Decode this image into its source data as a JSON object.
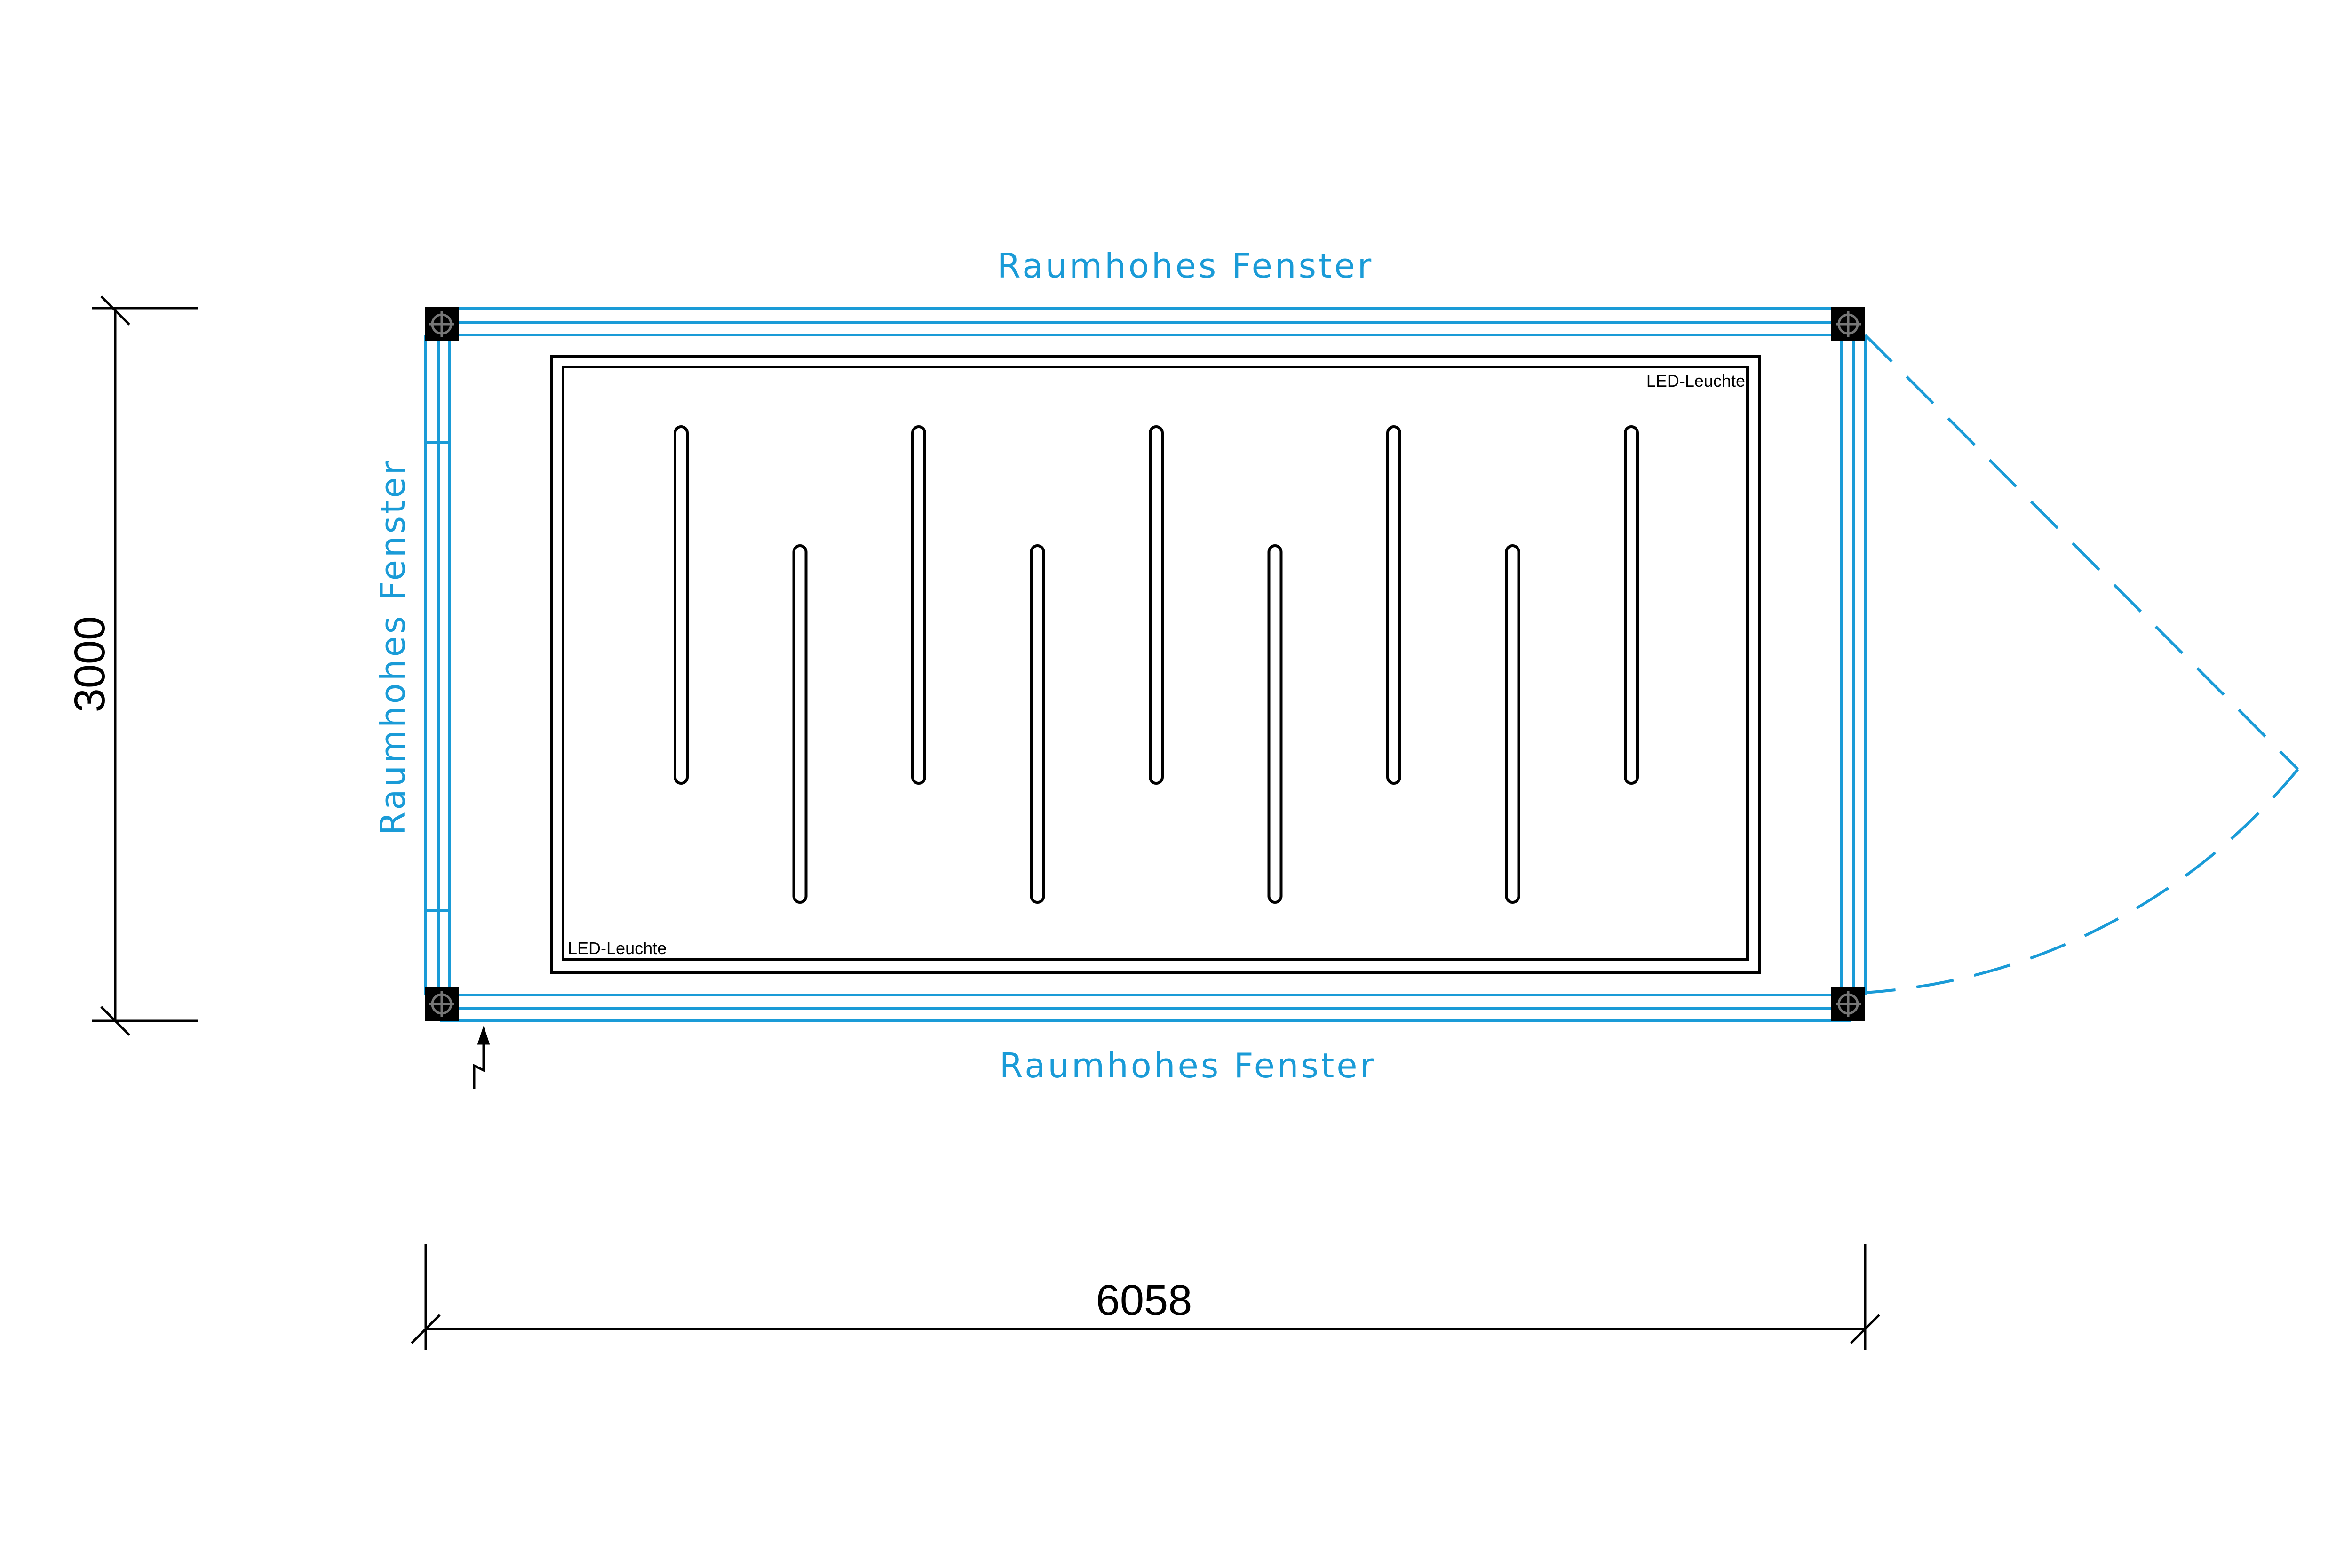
{
  "colors": {
    "window": "#1a9bd7",
    "line": "#000000",
    "background": "#ffffff"
  },
  "dimensions": {
    "width_label": "6058",
    "height_label": "3000"
  },
  "windows": {
    "top_label": "Raumhohes Fenster",
    "bottom_label": "Raumhohes Fenster",
    "left_label": "Raumhohes Fenster"
  },
  "lights": {
    "label_top_right": "LED-Leuchte",
    "label_bottom_left": "LED-Leuchte",
    "upper_row_count": 5,
    "lower_row_count": 4
  },
  "icons": {
    "corner_post": "corner-post-icon",
    "power_connection": "power-connection-icon"
  }
}
